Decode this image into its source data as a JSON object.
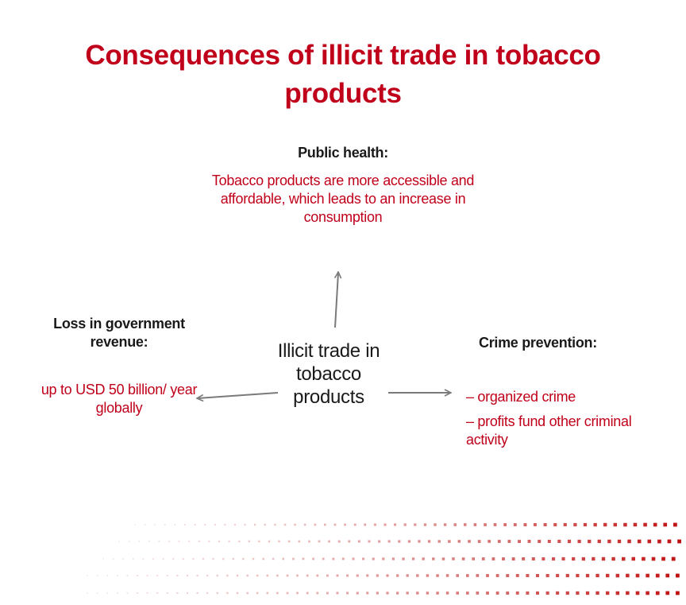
{
  "title": "Consequences  of illicit  trade in tobacco products",
  "center": {
    "label": "Illicit trade in tobacco products"
  },
  "public_health": {
    "heading": "Public health:",
    "text": "Tobacco products are more accessible and affordable, which leads to an increase in consumption"
  },
  "loss": {
    "heading": "Loss in government revenue:",
    "text": "up to USD 50 billion/ year globally"
  },
  "crime": {
    "heading": "Crime prevention:",
    "items": [
      "– organized crime",
      "– profits fund other criminal activity"
    ]
  },
  "colors": {
    "accent_red": "#c0001a",
    "text_dark": "#1a1a1a",
    "arrow_gray": "#7a7a7a"
  }
}
